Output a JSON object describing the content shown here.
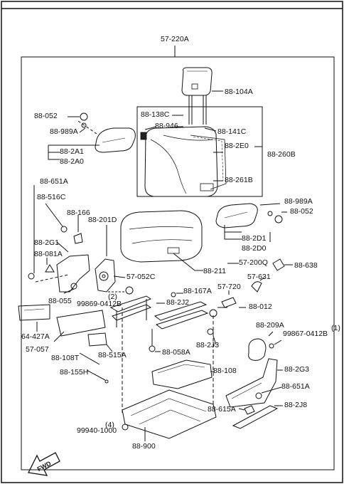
{
  "assembly": "57-220A",
  "parts": [
    {
      "id": "hr",
      "text": "88-104A"
    },
    {
      "id": "p1",
      "text": "88-052"
    },
    {
      "id": "p2",
      "text": "88-989A"
    },
    {
      "id": "p3",
      "text": "88-2A1"
    },
    {
      "id": "p4",
      "text": "88-2A0"
    },
    {
      "id": "p5",
      "text": "88-138C"
    },
    {
      "id": "p6",
      "text": "88-946"
    },
    {
      "id": "p7",
      "text": "88-141C"
    },
    {
      "id": "p8",
      "text": "88-2E0"
    },
    {
      "id": "p9",
      "text": "88-260B"
    },
    {
      "id": "p10",
      "text": "88-261B"
    },
    {
      "id": "p11",
      "text": "88-651A"
    },
    {
      "id": "p12",
      "text": "88-516C"
    },
    {
      "id": "p13",
      "text": "88-166"
    },
    {
      "id": "p14",
      "text": "88-201D"
    },
    {
      "id": "p15",
      "text": "88-2G1"
    },
    {
      "id": "p16",
      "text": "88-081A"
    },
    {
      "id": "p17",
      "text": "88-989A"
    },
    {
      "id": "p18",
      "text": "88-052"
    },
    {
      "id": "p19",
      "text": "88-2D1"
    },
    {
      "id": "p20",
      "text": "88-2D0"
    },
    {
      "id": "p21",
      "text": "88-211"
    },
    {
      "id": "p22",
      "text": "57-200Q"
    },
    {
      "id": "p23",
      "text": "88-638"
    },
    {
      "id": "p24",
      "text": "57-631"
    },
    {
      "id": "p25",
      "text": "57-052C"
    },
    {
      "id": "p26",
      "text": "88-055"
    },
    {
      "id": "p27",
      "text": "(2)"
    },
    {
      "id": "p28",
      "text": "99869-0412B"
    },
    {
      "id": "p29",
      "text": "88-167A"
    },
    {
      "id": "p30",
      "text": "57-720"
    },
    {
      "id": "p31",
      "text": "88-2J2"
    },
    {
      "id": "p32",
      "text": "88-012"
    },
    {
      "id": "p33",
      "text": "64-427A"
    },
    {
      "id": "p34",
      "text": "57-057"
    },
    {
      "id": "p35",
      "text": "88-2J3"
    },
    {
      "id": "p36",
      "text": "88-209A"
    },
    {
      "id": "p37",
      "text": "(1)"
    },
    {
      "id": "p38",
      "text": "99867-0412B"
    },
    {
      "id": "p39",
      "text": "88-515A"
    },
    {
      "id": "p40",
      "text": "88-108T"
    },
    {
      "id": "p41",
      "text": "88-058A"
    },
    {
      "id": "p42",
      "text": "88-155H"
    },
    {
      "id": "p43",
      "text": "88-108"
    },
    {
      "id": "p44",
      "text": "88-2G3"
    },
    {
      "id": "p45",
      "text": "88-651A"
    },
    {
      "id": "p46",
      "text": "88-615A"
    },
    {
      "id": "p47",
      "text": "88-2J8"
    },
    {
      "id": "p48",
      "text": "(4)"
    },
    {
      "id": "p49",
      "text": "99940-1000"
    },
    {
      "id": "p50",
      "text": "88-900"
    }
  ],
  "fwd_label": "FWD",
  "line_color": "#111111"
}
